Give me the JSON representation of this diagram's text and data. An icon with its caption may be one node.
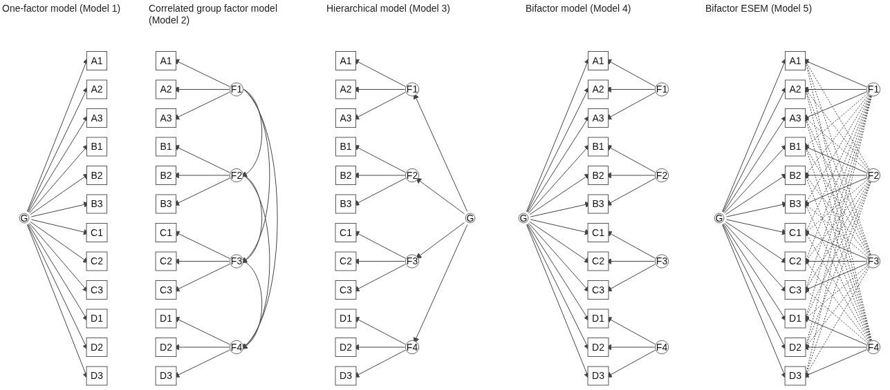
{
  "diagram": {
    "nodes": [
      {
        "text": [
          "A1"
        ]
      },
      {
        "text": [
          "A2"
        ]
      },
      {
        "text": [
          "A3"
        ]
      },
      {
        "text": [
          "B1"
        ]
      },
      {
        "text": [
          "B2"
        ]
      },
      {
        "text": [
          "B3"
        ]
      },
      {
        "text": [
          "C1"
        ]
      },
      {
        "text": [
          "C2"
        ]
      },
      {
        "text": [
          "C3"
        ]
      },
      {
        "text": [
          "D1"
        ]
      },
      {
        "text": [
          "D2"
        ]
      },
      {
        "text": [
          "D3"
        ]
      },
      {
        "text": [
          "G"
        ]
      },
      {
        "text": [
          "A1"
        ]
      },
      {
        "text": [
          "A2"
        ]
      },
      {
        "text": [
          "A3"
        ]
      },
      {
        "text": [
          "B1"
        ]
      },
      {
        "text": [
          "B2"
        ]
      },
      {
        "text": [
          "B3"
        ]
      },
      {
        "text": [
          "C1"
        ]
      },
      {
        "text": [
          "C2"
        ]
      },
      {
        "text": [
          "C3"
        ]
      },
      {
        "text": [
          "D1"
        ]
      },
      {
        "text": [
          "D2"
        ]
      },
      {
        "text": [
          "D3"
        ]
      },
      {
        "text": [
          "F1"
        ]
      },
      {
        "text": [
          "F2"
        ]
      },
      {
        "text": [
          "F3"
        ]
      },
      {
        "text": [
          "F4"
        ]
      },
      {
        "text": [
          "A1"
        ]
      },
      {
        "text": [
          "A2"
        ]
      },
      {
        "text": [
          "A3"
        ]
      },
      {
        "text": [
          "B1"
        ]
      },
      {
        "text": [
          "B2"
        ]
      },
      {
        "text": [
          "B3"
        ]
      },
      {
        "text": [
          "C1"
        ]
      },
      {
        "text": [
          "C2"
        ]
      },
      {
        "text": [
          "C3"
        ]
      },
      {
        "text": [
          "D1"
        ]
      },
      {
        "text": [
          "D2"
        ]
      },
      {
        "text": [
          "D3"
        ]
      },
      {
        "text": [
          "F1"
        ]
      },
      {
        "text": [
          "F2"
        ]
      },
      {
        "text": [
          "F3"
        ]
      },
      {
        "text": [
          "F4"
        ]
      },
      {
        "text": [
          "G"
        ]
      },
      {
        "text": [
          "A1"
        ]
      },
      {
        "text": [
          "A2"
        ]
      },
      {
        "text": [
          "A3"
        ]
      },
      {
        "text": [
          "B1"
        ]
      },
      {
        "text": [
          "B2"
        ]
      },
      {
        "text": [
          "B3"
        ]
      },
      {
        "text": [
          "C1"
        ]
      },
      {
        "text": [
          "C2"
        ]
      },
      {
        "text": [
          "C3"
        ]
      },
      {
        "text": [
          "D1"
        ]
      },
      {
        "text": [
          "D2"
        ]
      },
      {
        "text": [
          "D3"
        ]
      },
      {
        "text": [
          "G"
        ]
      },
      {
        "text": [
          "F1"
        ]
      },
      {
        "text": [
          "F2"
        ]
      },
      {
        "text": [
          "F3"
        ]
      },
      {
        "text": [
          "F4"
        ]
      },
      {
        "text": [
          "A1"
        ]
      },
      {
        "text": [
          "A2"
        ]
      },
      {
        "text": [
          "A3"
        ]
      },
      {
        "text": [
          "B1"
        ]
      },
      {
        "text": [
          "B2"
        ]
      },
      {
        "text": [
          "B3"
        ]
      },
      {
        "text": [
          "C1"
        ]
      },
      {
        "text": [
          "C2"
        ]
      },
      {
        "text": [
          "C3"
        ]
      },
      {
        "text": [
          "D1"
        ]
      },
      {
        "text": [
          "D2"
        ]
      },
      {
        "text": [
          "D3"
        ]
      },
      {
        "text": [
          "G"
        ]
      },
      {
        "text": [
          "F1"
        ]
      },
      {
        "text": [
          "F2"
        ]
      },
      {
        "text": [
          "F3"
        ]
      },
      {
        "text": [
          "F4"
        ]
      }
    ],
    "edges": [
      {
        "from": 12,
        "to": 0,
        "arrow": "to"
      },
      {
        "from": 12,
        "to": 1,
        "arrow": "to"
      },
      {
        "from": 12,
        "to": 2,
        "arrow": "to"
      },
      {
        "from": 12,
        "to": 3,
        "arrow": "to"
      },
      {
        "from": 12,
        "to": 4,
        "arrow": "to"
      },
      {
        "from": 12,
        "to": 5,
        "arrow": "to"
      },
      {
        "from": 12,
        "to": 6,
        "arrow": "to"
      },
      {
        "from": 12,
        "to": 7,
        "arrow": "to"
      },
      {
        "from": 12,
        "to": 8,
        "arrow": "to"
      },
      {
        "from": 12,
        "to": 9,
        "arrow": "to"
      },
      {
        "from": 12,
        "to": 10,
        "arrow": "to"
      },
      {
        "from": 12,
        "to": 11,
        "arrow": "to"
      },
      {
        "from": 25,
        "to": 13,
        "arrow": "to"
      },
      {
        "from": 25,
        "to": 14,
        "arrow": "to"
      },
      {
        "from": 25,
        "to": 15,
        "arrow": "to"
      },
      {
        "from": 26,
        "to": 16,
        "arrow": "to"
      },
      {
        "from": 26,
        "to": 17,
        "arrow": "to"
      },
      {
        "from": 26,
        "to": 18,
        "arrow": "to"
      },
      {
        "from": 27,
        "to": 19,
        "arrow": "to"
      },
      {
        "from": 27,
        "to": 20,
        "arrow": "to"
      },
      {
        "from": 27,
        "to": 21,
        "arrow": "to"
      },
      {
        "from": 28,
        "to": 22,
        "arrow": "to"
      },
      {
        "from": 28,
        "to": 23,
        "arrow": "to"
      },
      {
        "from": 28,
        "to": 24,
        "arrow": "to"
      },
      {
        "from": 25,
        "to": 26,
        "arrow": "to"
      },
      {
        "from": 25,
        "to": 27,
        "arrow": "to"
      },
      {
        "from": 25,
        "to": 28,
        "arrow": "to"
      },
      {
        "from": 26,
        "to": 27,
        "arrow": "to"
      },
      {
        "from": 26,
        "to": 28,
        "arrow": "to"
      },
      {
        "from": 27,
        "to": 28,
        "arrow": "to"
      },
      {
        "from": 41,
        "to": 29,
        "arrow": "to"
      },
      {
        "from": 41,
        "to": 30,
        "arrow": "to"
      },
      {
        "from": 41,
        "to": 31,
        "arrow": "to"
      },
      {
        "from": 42,
        "to": 32,
        "arrow": "to"
      },
      {
        "from": 42,
        "to": 33,
        "arrow": "to"
      },
      {
        "from": 42,
        "to": 34,
        "arrow": "to"
      },
      {
        "from": 43,
        "to": 35,
        "arrow": "to"
      },
      {
        "from": 43,
        "to": 36,
        "arrow": "to"
      },
      {
        "from": 43,
        "to": 37,
        "arrow": "to"
      },
      {
        "from": 44,
        "to": 38,
        "arrow": "to"
      },
      {
        "from": 44,
        "to": 39,
        "arrow": "to"
      },
      {
        "from": 44,
        "to": 40,
        "arrow": "to"
      },
      {
        "from": 45,
        "to": 41,
        "arrow": "to"
      },
      {
        "from": 45,
        "to": 42,
        "arrow": "to"
      },
      {
        "from": 45,
        "to": 43,
        "arrow": "to"
      },
      {
        "from": 45,
        "to": 44,
        "arrow": "to"
      },
      {
        "from": 58,
        "to": 46,
        "arrow": "to"
      },
      {
        "from": 58,
        "to": 47,
        "arrow": "to"
      },
      {
        "from": 58,
        "to": 48,
        "arrow": "to"
      },
      {
        "from": 58,
        "to": 49,
        "arrow": "to"
      },
      {
        "from": 58,
        "to": 50,
        "arrow": "to"
      },
      {
        "from": 58,
        "to": 51,
        "arrow": "to"
      },
      {
        "from": 58,
        "to": 52,
        "arrow": "to"
      },
      {
        "from": 58,
        "to": 53,
        "arrow": "to"
      },
      {
        "from": 58,
        "to": 54,
        "arrow": "to"
      },
      {
        "from": 58,
        "to": 55,
        "arrow": "to"
      },
      {
        "from": 58,
        "to": 56,
        "arrow": "to"
      },
      {
        "from": 58,
        "to": 57,
        "arrow": "to"
      },
      {
        "from": 59,
        "to": 46,
        "arrow": "to"
      },
      {
        "from": 59,
        "to": 47,
        "arrow": "to"
      },
      {
        "from": 59,
        "to": 48,
        "arrow": "to"
      },
      {
        "from": 60,
        "to": 49,
        "arrow": "to"
      },
      {
        "from": 60,
        "to": 50,
        "arrow": "to"
      },
      {
        "from": 60,
        "to": 51,
        "arrow": "to"
      },
      {
        "from": 61,
        "to": 52,
        "arrow": "to"
      },
      {
        "from": 61,
        "to": 53,
        "arrow": "to"
      },
      {
        "from": 61,
        "to": 54,
        "arrow": "to"
      },
      {
        "from": 62,
        "to": 55,
        "arrow": "to"
      },
      {
        "from": 62,
        "to": 56,
        "arrow": "to"
      },
      {
        "from": 62,
        "to": 57,
        "arrow": "to"
      },
      {
        "from": 75,
        "to": 63,
        "arrow": "to"
      },
      {
        "from": 75,
        "to": 64,
        "arrow": "to"
      },
      {
        "from": 75,
        "to": 65,
        "arrow": "to"
      },
      {
        "from": 75,
        "to": 66,
        "arrow": "to"
      },
      {
        "from": 75,
        "to": 67,
        "arrow": "to"
      },
      {
        "from": 75,
        "to": 68,
        "arrow": "to"
      },
      {
        "from": 75,
        "to": 69,
        "arrow": "to"
      },
      {
        "from": 75,
        "to": 70,
        "arrow": "to"
      },
      {
        "from": 75,
        "to": 71,
        "arrow": "to"
      },
      {
        "from": 75,
        "to": 72,
        "arrow": "to"
      },
      {
        "from": 75,
        "to": 73,
        "arrow": "to"
      },
      {
        "from": 75,
        "to": 74,
        "arrow": "to"
      },
      {
        "from": 76,
        "to": 63,
        "arrow": "to"
      },
      {
        "from": 76,
        "to": 64,
        "arrow": "to"
      },
      {
        "from": 76,
        "to": 65,
        "arrow": "to"
      },
      {
        "from": 77,
        "to": 66,
        "arrow": "to"
      },
      {
        "from": 77,
        "to": 67,
        "arrow": "to"
      },
      {
        "from": 77,
        "to": 68,
        "arrow": "to"
      },
      {
        "from": 78,
        "to": 69,
        "arrow": "to"
      },
      {
        "from": 78,
        "to": 70,
        "arrow": "to"
      },
      {
        "from": 78,
        "to": 71,
        "arrow": "to"
      },
      {
        "from": 79,
        "to": 72,
        "arrow": "to"
      },
      {
        "from": 79,
        "to": 73,
        "arrow": "to"
      },
      {
        "from": 79,
        "to": 74,
        "arrow": "to"
      },
      {
        "from": 76,
        "to": 66,
        "arrow": "to",
        "style": "dashed"
      },
      {
        "from": 76,
        "to": 67,
        "arrow": "to",
        "style": "dashed"
      },
      {
        "from": 76,
        "to": 68,
        "arrow": "to",
        "style": "dashed"
      },
      {
        "from": 76,
        "to": 69,
        "arrow": "to",
        "style": "dashed"
      },
      {
        "from": 76,
        "to": 70,
        "arrow": "to",
        "style": "dashed"
      },
      {
        "from": 76,
        "to": 71,
        "arrow": "to",
        "style": "dashed"
      },
      {
        "from": 76,
        "to": 72,
        "arrow": "to",
        "style": "dashed"
      },
      {
        "from": 76,
        "to": 73,
        "arrow": "to",
        "style": "dashed"
      },
      {
        "from": 76,
        "to": 74,
        "arrow": "to",
        "style": "dashed"
      },
      {
        "from": 77,
        "to": 63,
        "arrow": "to",
        "style": "dashed"
      },
      {
        "from": 77,
        "to": 64,
        "arrow": "to",
        "style": "dashed"
      },
      {
        "from": 77,
        "to": 65,
        "arrow": "to",
        "style": "dashed"
      },
      {
        "from": 77,
        "to": 69,
        "arrow": "to",
        "style": "dashed"
      },
      {
        "from": 77,
        "to": 70,
        "arrow": "to",
        "style": "dashed"
      },
      {
        "from": 77,
        "to": 71,
        "arrow": "to",
        "style": "dashed"
      },
      {
        "from": 77,
        "to": 72,
        "arrow": "to",
        "style": "dashed"
      },
      {
        "from": 77,
        "to": 73,
        "arrow": "to",
        "style": "dashed"
      },
      {
        "from": 77,
        "to": 74,
        "arrow": "to",
        "style": "dashed"
      },
      {
        "from": 78,
        "to": 63,
        "arrow": "to",
        "style": "dashed"
      },
      {
        "from": 78,
        "to": 64,
        "arrow": "to",
        "style": "dashed"
      },
      {
        "from": 78,
        "to": 65,
        "arrow": "to",
        "style": "dashed"
      },
      {
        "from": 78,
        "to": 66,
        "arrow": "to",
        "style": "dashed"
      },
      {
        "from": 78,
        "to": 67,
        "arrow": "to",
        "style": "dashed"
      },
      {
        "from": 78,
        "to": 68,
        "arrow": "to",
        "style": "dashed"
      },
      {
        "from": 78,
        "to": 72,
        "arrow": "to",
        "style": "dashed"
      },
      {
        "from": 78,
        "to": 73,
        "arrow": "to",
        "style": "dashed"
      },
      {
        "from": 78,
        "to": 74,
        "arrow": "to",
        "style": "dashed"
      },
      {
        "from": 79,
        "to": 63,
        "arrow": "to",
        "style": "dashed"
      },
      {
        "from": 79,
        "to": 64,
        "arrow": "to",
        "style": "dashed"
      },
      {
        "from": 79,
        "to": 65,
        "arrow": "to",
        "style": "dashed"
      },
      {
        "from": 79,
        "to": 66,
        "arrow": "to",
        "style": "dashed"
      },
      {
        "from": 79,
        "to": 67,
        "arrow": "to",
        "style": "dashed"
      },
      {
        "from": 79,
        "to": 68,
        "arrow": "to",
        "style": "dashed"
      },
      {
        "from": 79,
        "to": 69,
        "arrow": "to",
        "style": "dashed"
      },
      {
        "from": 79,
        "to": 70,
        "arrow": "to",
        "style": "dashed"
      },
      {
        "from": 79,
        "to": 71,
        "arrow": "to",
        "style": "dashed"
      }
    ],
    "labels": [
      "One-factor model (Model 1)",
      "Correlated group factor model (Model 2)",
      "Hierarchical model (Model 3)",
      "Bifactor model (Model 4)",
      "Bifactor ESEM (Model 5)"
    ]
  }
}
